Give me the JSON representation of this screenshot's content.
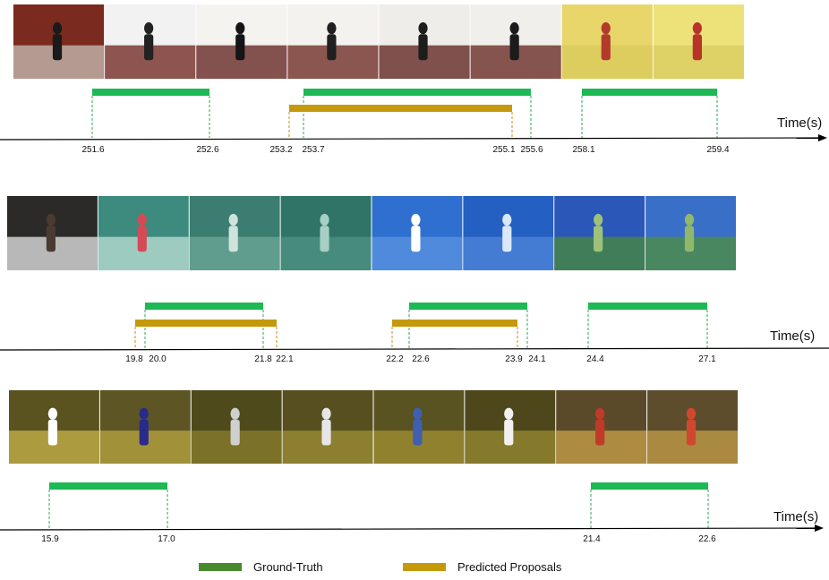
{
  "axis_title": "Time(s)",
  "legend": {
    "ground_truth_label": "Ground-Truth",
    "predicted_label": "Predicted Proposals",
    "ground_truth_color": "#1db954",
    "ground_truth_legend_color": "#4a8a2e",
    "predicted_color": "#c49a0c"
  },
  "rows": [
    {
      "scene": "basketball",
      "frames": 8,
      "ground_truth": [
        {
          "start": "251.6",
          "end": "252.6"
        },
        {
          "start": "253.7",
          "end": "255.6"
        },
        {
          "start": "258.1",
          "end": "259.4"
        }
      ],
      "predicted": [
        {
          "start": "253.2",
          "end": "255.1"
        }
      ]
    },
    {
      "scene": "cliff diving",
      "frames": 8,
      "ground_truth": [
        {
          "start": "20.0",
          "end": "21.8"
        },
        {
          "start": "22.6",
          "end": "24.1"
        },
        {
          "start": "24.4",
          "end": "27.1"
        }
      ],
      "predicted": [
        {
          "start": "19.8",
          "end": "22.1"
        },
        {
          "start": "22.2",
          "end": "23.9"
        }
      ]
    },
    {
      "scene": "volleyball",
      "frames": 8,
      "ground_truth": [
        {
          "start": "15.9",
          "end": "17.0"
        },
        {
          "start": "21.4",
          "end": "22.6"
        }
      ],
      "predicted": []
    }
  ]
}
